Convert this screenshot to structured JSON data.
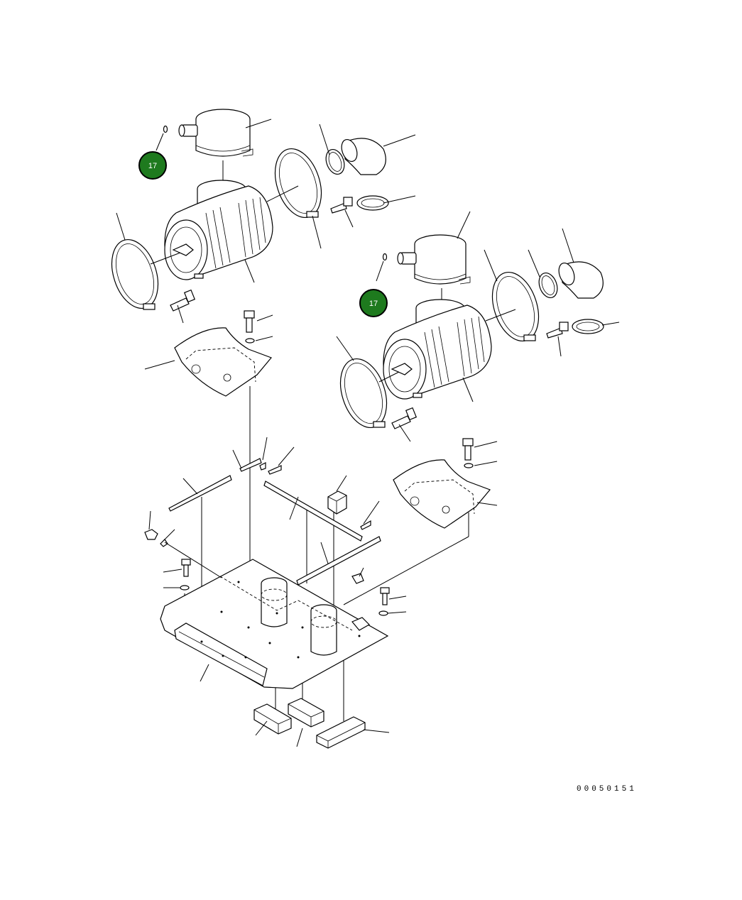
{
  "diagram": {
    "callouts": [
      {
        "label": "17",
        "color": "#1e7a1e"
      },
      {
        "label": "17",
        "color": "#1e7a1e"
      }
    ],
    "reference_number": "00050151"
  }
}
